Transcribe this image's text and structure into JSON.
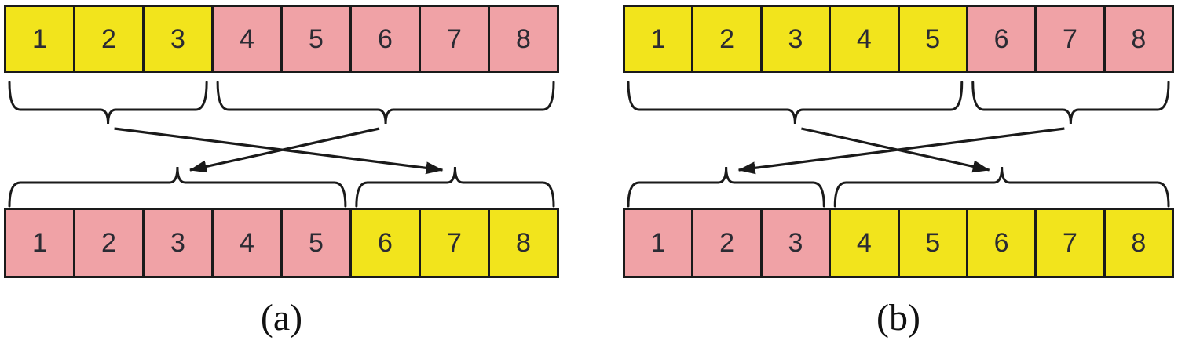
{
  "colors": {
    "yellow": "#F2E41C",
    "pink": "#F0A2A6",
    "cell_border": "#1A1A1A",
    "line": "#1A1A1A",
    "digit": "#2B2B33",
    "background": "#FFFFFF"
  },
  "diagrams": [
    {
      "label": "(a)",
      "top_row": [
        {
          "value": "1",
          "color": "yellow"
        },
        {
          "value": "2",
          "color": "yellow"
        },
        {
          "value": "3",
          "color": "yellow"
        },
        {
          "value": "4",
          "color": "pink"
        },
        {
          "value": "5",
          "color": "pink"
        },
        {
          "value": "6",
          "color": "pink"
        },
        {
          "value": "7",
          "color": "pink"
        },
        {
          "value": "8",
          "color": "pink"
        }
      ],
      "top_groups": [
        {
          "start": 1,
          "end": 3
        },
        {
          "start": 4,
          "end": 8
        }
      ],
      "bottom_row": [
        {
          "value": "1",
          "color": "pink"
        },
        {
          "value": "2",
          "color": "pink"
        },
        {
          "value": "3",
          "color": "pink"
        },
        {
          "value": "4",
          "color": "pink"
        },
        {
          "value": "5",
          "color": "pink"
        },
        {
          "value": "6",
          "color": "yellow"
        },
        {
          "value": "7",
          "color": "yellow"
        },
        {
          "value": "8",
          "color": "yellow"
        }
      ],
      "bottom_groups": [
        {
          "start": 1,
          "end": 5
        },
        {
          "start": 6,
          "end": 8
        }
      ],
      "arrows": [
        {
          "from_top_group": 0,
          "to_bottom_group": 1
        },
        {
          "from_top_group": 1,
          "to_bottom_group": 0
        }
      ]
    },
    {
      "label": "(b)",
      "top_row": [
        {
          "value": "1",
          "color": "yellow"
        },
        {
          "value": "2",
          "color": "yellow"
        },
        {
          "value": "3",
          "color": "yellow"
        },
        {
          "value": "4",
          "color": "yellow"
        },
        {
          "value": "5",
          "color": "yellow"
        },
        {
          "value": "6",
          "color": "pink"
        },
        {
          "value": "7",
          "color": "pink"
        },
        {
          "value": "8",
          "color": "pink"
        }
      ],
      "top_groups": [
        {
          "start": 1,
          "end": 5
        },
        {
          "start": 6,
          "end": 8
        }
      ],
      "bottom_row": [
        {
          "value": "1",
          "color": "pink"
        },
        {
          "value": "2",
          "color": "pink"
        },
        {
          "value": "3",
          "color": "pink"
        },
        {
          "value": "4",
          "color": "yellow"
        },
        {
          "value": "5",
          "color": "yellow"
        },
        {
          "value": "6",
          "color": "yellow"
        },
        {
          "value": "7",
          "color": "yellow"
        },
        {
          "value": "8",
          "color": "yellow"
        }
      ],
      "bottom_groups": [
        {
          "start": 1,
          "end": 3
        },
        {
          "start": 4,
          "end": 8
        }
      ],
      "arrows": [
        {
          "from_top_group": 0,
          "to_bottom_group": 1
        },
        {
          "from_top_group": 1,
          "to_bottom_group": 0
        }
      ]
    }
  ]
}
